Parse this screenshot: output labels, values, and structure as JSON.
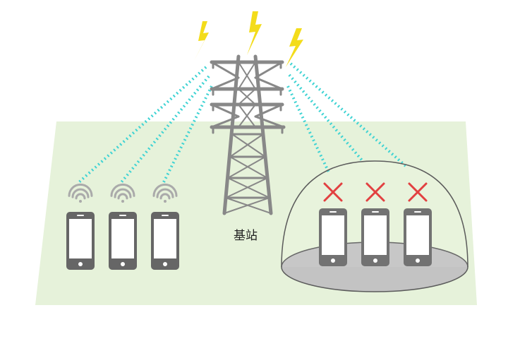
{
  "tower": {
    "label": "基站"
  },
  "colors": {
    "ground": "#e6f2da",
    "signal_beam": "#3ed3d3",
    "lightning": "#f3dc1b",
    "tower": "#888888",
    "phone": "#666666",
    "wifi": "#aaaaaa",
    "blocked_mark": "#e03030",
    "shelter_base": "#c3c3c3",
    "shelter_outline": "#5b5b5b"
  },
  "icons": [
    "lightning-icon",
    "wifi-icon",
    "smartphone-icon",
    "cross-icon"
  ],
  "phones_with_signal": [
    {
      "name": "phone-1",
      "signal": true
    },
    {
      "name": "phone-2",
      "signal": true
    },
    {
      "name": "phone-3",
      "signal": true
    }
  ],
  "phones_in_shelter": [
    {
      "name": "phone-4",
      "signal": false
    },
    {
      "name": "phone-5",
      "signal": false
    },
    {
      "name": "phone-6",
      "signal": false
    }
  ]
}
